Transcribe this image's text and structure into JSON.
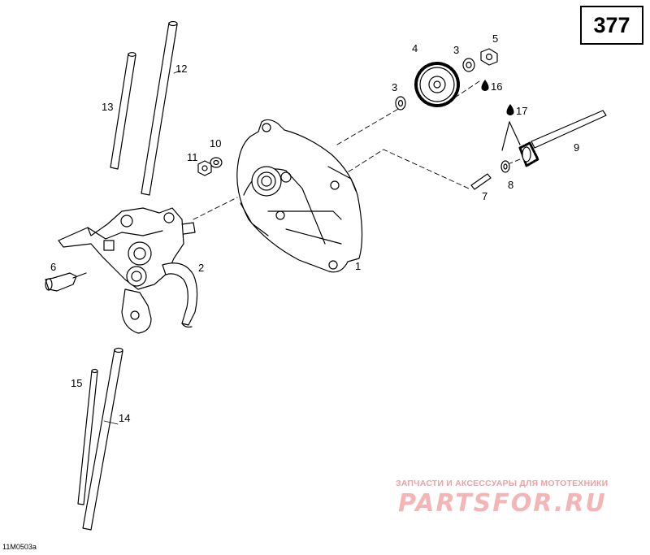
{
  "page_number": "377",
  "figure_code": "11M0503a",
  "watermark": {
    "line1": "ЗАПЧАСТИ И АКСЕССУАРЫ ДЛЯ МОТОТЕХНИКИ",
    "logo": "PARTSFOR.RU"
  },
  "callouts": [
    "1",
    "2",
    "3",
    "3",
    "4",
    "5",
    "16",
    "17",
    "9",
    "8",
    "7",
    "10",
    "11",
    "12",
    "13",
    "6",
    "15",
    "14"
  ]
}
